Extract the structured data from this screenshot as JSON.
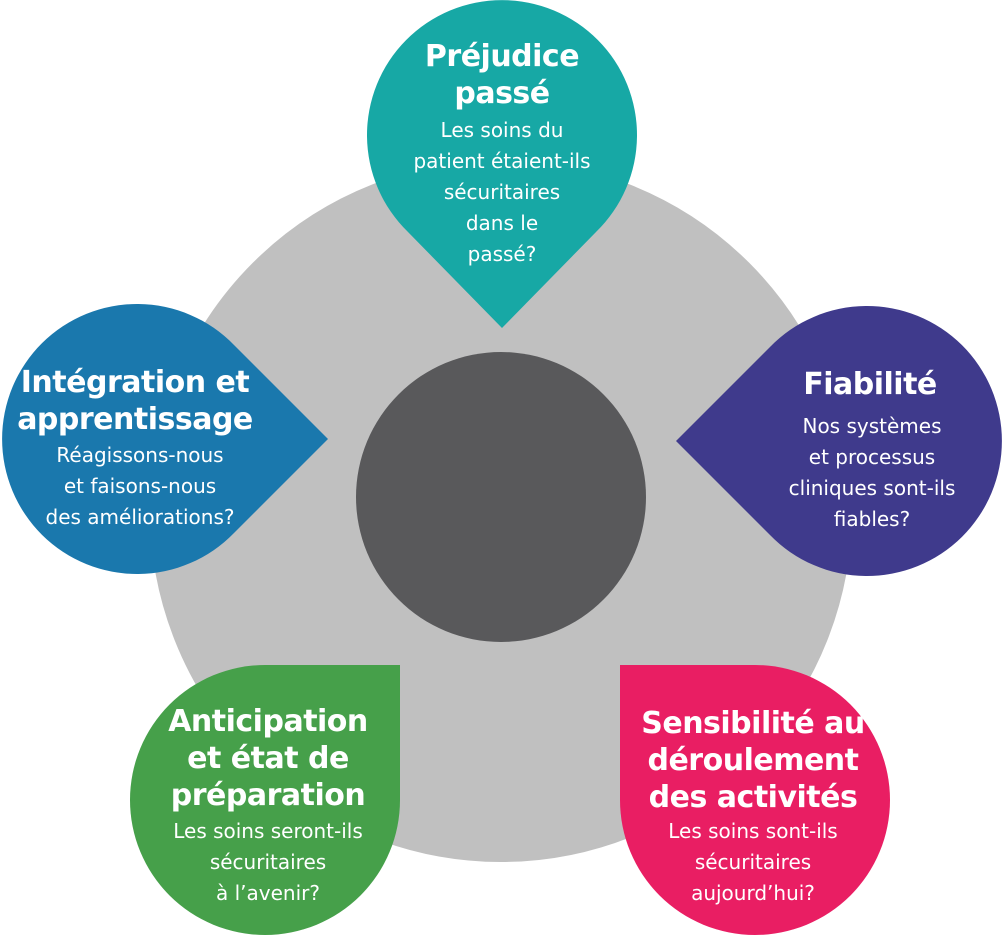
{
  "colors": {
    "ring": "#c0c0c0",
    "center": "#59595b",
    "teal": "#17a8a5",
    "purple": "#3f3a8c",
    "pink": "#e91e63",
    "green": "#46a04a",
    "blue": "#1a78ad"
  },
  "nodes": {
    "prejudice": {
      "title": "Préjudice\npassé",
      "desc": "Les soins du\npatient étaient-ils\nsécuritaires\ndans le\npassé?"
    },
    "fiabilite": {
      "title": "Fiabilité",
      "desc": "Nos systèmes\net processus\ncliniques sont-ils\nfiables?"
    },
    "sensibilite": {
      "title": "Sensibilité au\ndéroulement\ndes activités",
      "desc": "Les soins sont-ils\nsécuritaires\naujourd’hui?"
    },
    "anticipation": {
      "title": "Anticipation\net état de\npréparation",
      "desc": "Les soins seront-ils\nsécuritaires\nà l’avenir?"
    },
    "integration": {
      "title": "Intégration et\napprentissage",
      "desc": "Réagissons-nous\net faisons-nous\ndes améliorations?"
    }
  }
}
